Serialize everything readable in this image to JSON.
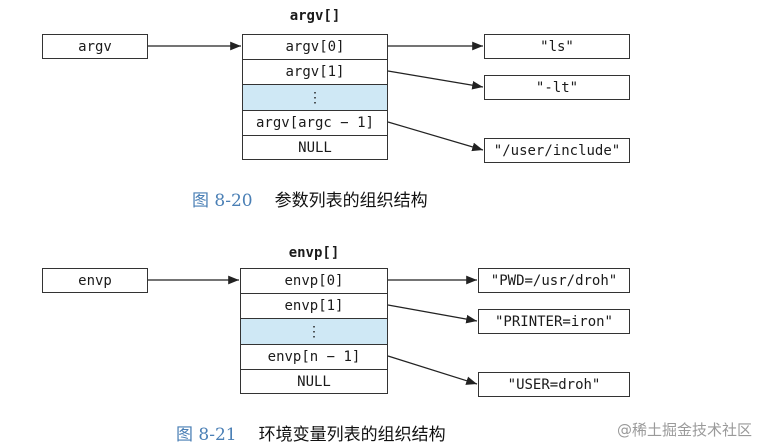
{
  "fig1": {
    "pointer_label": "argv",
    "array_title": "argv[]",
    "cells": [
      "argv[0]",
      "argv[1]",
      "⋮",
      "argv[argc − 1]",
      "NULL"
    ],
    "strings": [
      "\"ls\"",
      "\"-lt\"",
      "\"/user/include\""
    ],
    "caption_num": "图 8-20",
    "caption_text": "参数列表的组织结构"
  },
  "fig2": {
    "pointer_label": "envp",
    "array_title": "envp[]",
    "cells": [
      "envp[0]",
      "envp[1]",
      "⋮",
      "envp[n − 1]",
      "NULL"
    ],
    "strings": [
      "\"PWD=/usr/droh\"",
      "\"PRINTER=iron\"",
      "\"USER=droh\""
    ],
    "caption_num": "图 8-21",
    "caption_text": "环境变量列表的组织结构"
  },
  "colors": {
    "highlight": "#cfe8f5",
    "caption_number": "#4a7fb5"
  },
  "watermark": "@稀土掘金技术社区"
}
